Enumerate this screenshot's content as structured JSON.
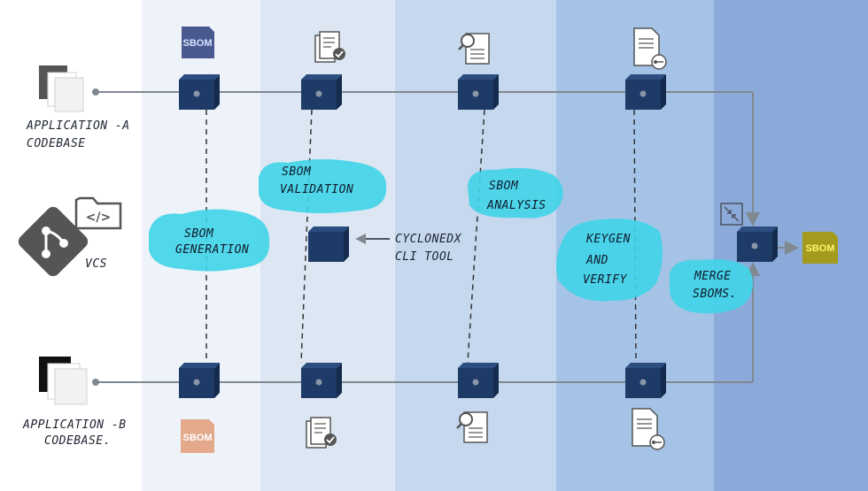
{
  "colors": {
    "lane1": "#eef3f9",
    "lane2": "#dde7f3",
    "lane3": "#c5d8ee",
    "lane4": "#a4c3e6",
    "lane5": "#8baad9",
    "cube_front": "#1e3a66",
    "cube_top": "#2b4d80",
    "cube_side": "#142b4d",
    "highlight": "#3fd4e8",
    "sbom_a_badge": "#4a5a90",
    "sbom_a_text": "#d6e2ff",
    "sbom_b_badge": "#e3a98a",
    "sbom_b_text": "#ffffff",
    "sbom_merged_badge": "#a39a1e",
    "sbom_merged_text": "#fff36b",
    "line": "#808890"
  },
  "icons": {
    "codebase_a": "stacked-pages-icon",
    "codebase_b": "stacked-pages-icon",
    "vcs": "git-icon",
    "code_folder": "code-folder-icon",
    "validation": "document-check-icon",
    "analysis": "document-search-icon",
    "keygen": "document-key-icon",
    "merge": "merge-arrows-icon"
  },
  "labels": {
    "codebase_a": [
      "APPLICATION -A",
      "CODEBASE"
    ],
    "codebase_b": [
      "APPLICATION -B",
      "CODEBASE."
    ],
    "vcs": "VCS",
    "tool": [
      "CYCLONEDX",
      "CLI TOOL"
    ],
    "generation": [
      "SBOM",
      "GENERATION"
    ],
    "validation": [
      "SBOM",
      "VALIDATION"
    ],
    "analysis": [
      "SBOM",
      "ANALYSIS"
    ],
    "keygen": [
      "KEYGEN",
      "AND",
      "VERIFY"
    ],
    "merge": [
      "MERGE",
      "SBOMS."
    ]
  },
  "badges": {
    "sbom_a": "SBOM",
    "sbom_b": "SBOM",
    "sbom_merged": "SBOM"
  }
}
